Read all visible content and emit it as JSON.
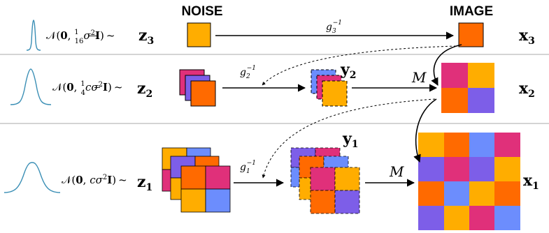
{
  "headers": {
    "noise": "NOISE",
    "image": "IMAGE"
  },
  "colors": {
    "orange": "#ff6a00",
    "amber": "#ffad00",
    "magenta": "#e0307a",
    "purple": "#7d5ee8",
    "blue": "#6c8dfd",
    "curve": "#3b8fb5",
    "divider": "#aaaaaa"
  },
  "rows": [
    {
      "id": "row3",
      "dist": {
        "prefix": "𝒩(",
        "mean": "0",
        "sep": ", ",
        "frac_num": "1",
        "frac_den": "16",
        "var": "σ",
        "sup": "2",
        "id_mat": "I",
        "suffix": ")",
        "tilde": "~"
      },
      "latent": {
        "base": "z",
        "sub": "3"
      },
      "transform": {
        "base": "g",
        "sub": "3",
        "sup": "−1"
      },
      "output": {
        "base": "x",
        "sub": "3"
      }
    },
    {
      "id": "row2",
      "dist": {
        "prefix": "𝒩(",
        "mean": "0",
        "sep": ", ",
        "frac_num": "1",
        "frac_den": "4",
        "coef": "c",
        "var": "σ",
        "sup": "2",
        "id_mat": "I",
        "suffix": ")",
        "tilde": "~"
      },
      "latent": {
        "base": "z",
        "sub": "2"
      },
      "transform": {
        "base": "g",
        "sub": "2",
        "sup": "−1"
      },
      "intermediate": {
        "base": "y",
        "sub": "2"
      },
      "merge": "M",
      "output": {
        "base": "x",
        "sub": "2"
      }
    },
    {
      "id": "row1",
      "dist": {
        "prefix": "𝒩(",
        "mean": "0",
        "sep": ", ",
        "coef": "c",
        "var": "σ",
        "sup": "2",
        "id_mat": "I",
        "suffix": ")",
        "tilde": "~"
      },
      "latent": {
        "base": "z",
        "sub": "1"
      },
      "transform": {
        "base": "g",
        "sub": "1",
        "sup": "−1"
      },
      "intermediate": {
        "base": "y",
        "sub": "1"
      },
      "merge": "M",
      "output": {
        "base": "x",
        "sub": "1"
      }
    }
  ]
}
